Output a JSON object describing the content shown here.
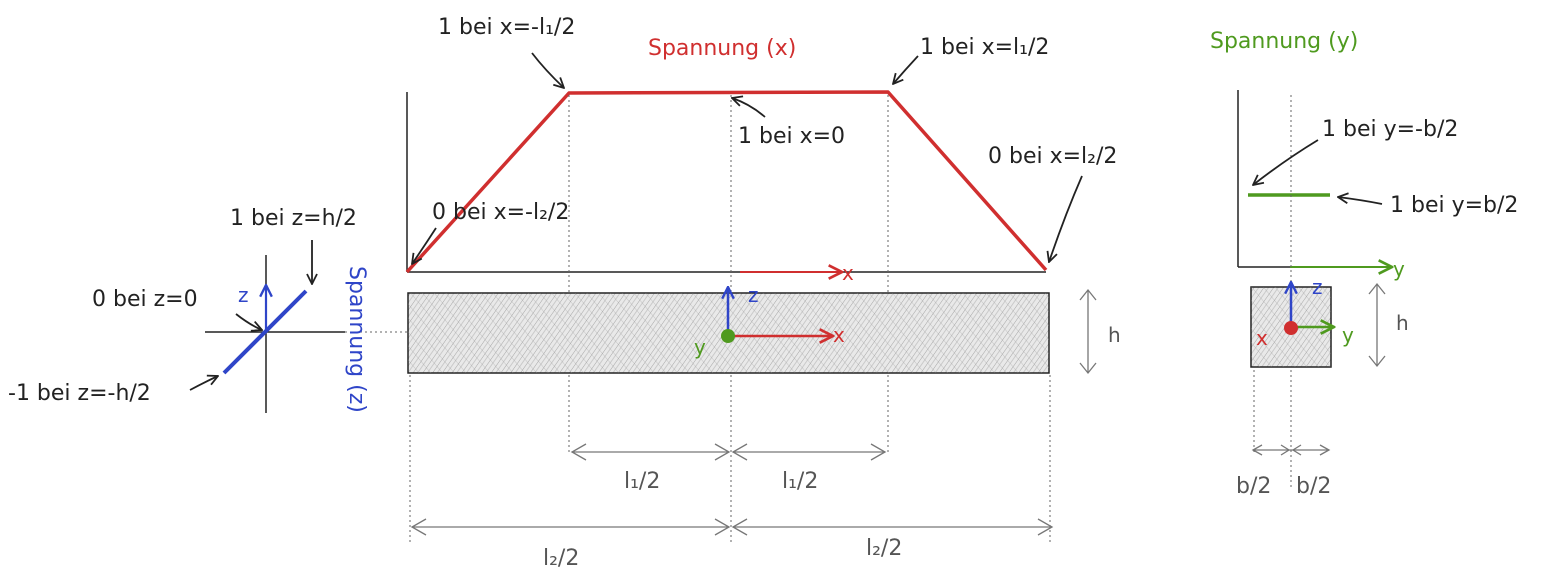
{
  "colors": {
    "x": "#d02f2f",
    "y": "#4f9a1f",
    "z": "#2f45c8",
    "ink": "#222222",
    "guide": "#888888",
    "hatch": "#9a9a9a"
  },
  "x_diagram": {
    "title": "Spannung (x)",
    "axis_label": "x",
    "labels": {
      "top_left": "1 bei x=-l₁/2",
      "top_right": "1 bei x=l₁/2",
      "center": "1 bei x=0",
      "bottom_left": "0 bei x=-l₂/2",
      "bottom_right": "0 bei x=l₂/2"
    }
  },
  "y_diagram": {
    "title": "Spannung (y)",
    "axis_label": "y",
    "labels": {
      "left": "1 bei y=-b/2",
      "right": "1 bei y=b/2"
    }
  },
  "z_diagram": {
    "title": "Spannung (z)",
    "axis_label": "z",
    "labels": {
      "top": "1 bei z=h/2",
      "middle": "0 bei z=0",
      "bottom": "-1 bei z=-h/2"
    }
  },
  "beam": {
    "axis_x": "x",
    "axis_y": "y",
    "axis_z": "z",
    "height_label": "h"
  },
  "section": {
    "axis_x": "x",
    "axis_y": "y",
    "axis_z": "z",
    "height_label": "h",
    "width_left": "b/2",
    "width_right": "b/2"
  },
  "dimensions": {
    "l1_left": "l₁/2",
    "l1_right": "l₁/2",
    "l2_left": "l₂/2",
    "l2_right": "l₂/2"
  }
}
